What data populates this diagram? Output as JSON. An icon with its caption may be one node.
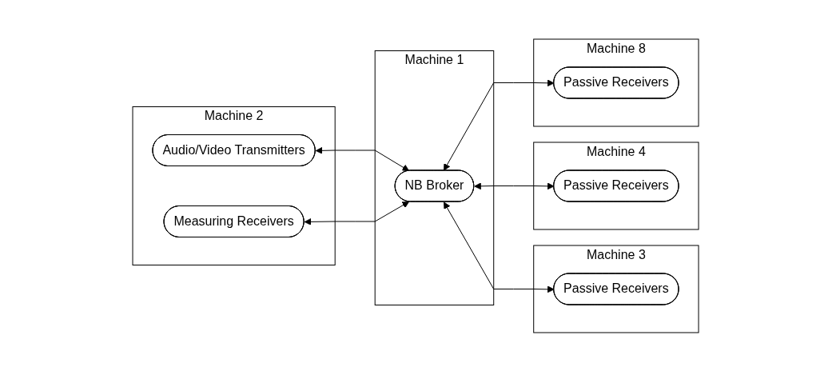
{
  "diagram": {
    "nodes": [
      {
        "text": [
          "Machine 2"
        ]
      },
      {
        "text": [
          "Audio/Video Transmitters"
        ],
        "in": 0
      },
      {
        "text": [
          "Measuring Receivers"
        ],
        "in": 0
      },
      {
        "text": [
          "Machine 1"
        ]
      },
      {
        "text": [
          "NB Broker"
        ],
        "in": 3
      },
      {
        "text": [
          "Machine 3"
        ]
      },
      {
        "text": [
          "Passive Receivers"
        ],
        "in": 5
      },
      {
        "text": [
          "Machine 4"
        ]
      },
      {
        "text": [
          "Passive Receivers"
        ],
        "in": 7
      },
      {
        "text": [
          "Machine 8"
        ]
      },
      {
        "text": [
          "Passive Receivers"
        ],
        "in": 9
      }
    ],
    "edges": [
      {
        "from": 1,
        "to": 4,
        "arrow": "both"
      },
      {
        "from": 2,
        "to": 4,
        "arrow": "both"
      },
      {
        "from": 4,
        "to": 6,
        "arrow": "both"
      },
      {
        "from": 4,
        "to": 8,
        "arrow": "both"
      },
      {
        "from": 4,
        "to": 10,
        "arrow": "both"
      }
    ]
  }
}
